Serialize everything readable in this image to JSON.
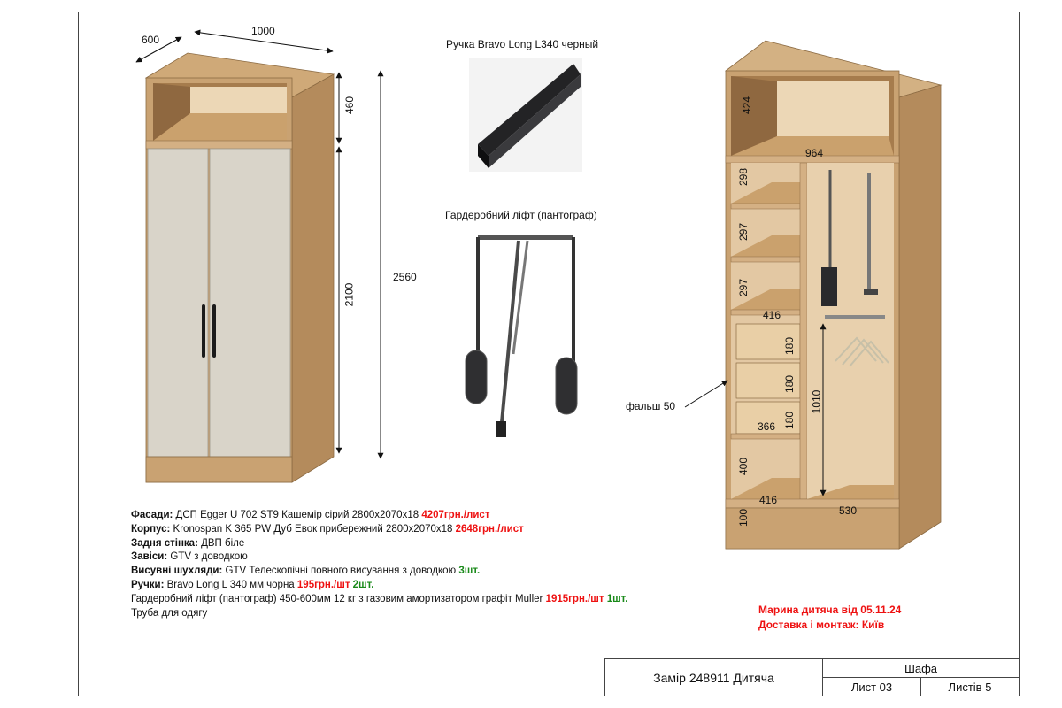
{
  "cabinet_front": {
    "width_label": "1000",
    "depth_label": "600",
    "top_height_label": "460",
    "door_height_label": "2100",
    "total_height_label": "2560"
  },
  "handle_caption": "Ручка Bravo Long L340 черный",
  "lift_caption": "Гардеробний ліфт (пантограф)",
  "cabinet_interior": {
    "top_niche_label": "424",
    "top_width_label": "964",
    "shelf1_label": "298",
    "shelf2_label": "297",
    "shelf3_label": "297",
    "shelf_width_label": "416",
    "drawer1_label": "180",
    "drawer2_label": "180",
    "drawer3_label": "180",
    "drawer_width_label": "366",
    "hang_height_label": "1010",
    "bottom_shelf_label": "400",
    "bottom_width_label": "416",
    "right_bottom_width_label": "530",
    "plinth_label": "100",
    "falsh_label": "фальш 50"
  },
  "specs": [
    {
      "key": "Фасади:",
      "text": " ДСП Egger U 702 ST9 Кашемір сірий 2800х2070х18 ",
      "price": "4207грн./лист",
      "qty": ""
    },
    {
      "key": "Корпус:",
      "text": " Kronospan K 365 PW Дуб Евок прибережний 2800х2070х18 ",
      "price": "2648грн./лист",
      "qty": ""
    },
    {
      "key": "Задня стінка:",
      "text": "  ДВП біле",
      "price": "",
      "qty": ""
    },
    {
      "key": "Завіси:",
      "text": " GTV з доводкою",
      "price": "",
      "qty": ""
    },
    {
      "key": "Висувні шухляди:",
      "text": " GTV Телескопічні повного висування з доводкою ",
      "price": "",
      "qty": "3шт."
    },
    {
      "key": "Ручки:",
      "text": " Bravo Long L 340 мм чорна ",
      "price": "195грн./шт",
      "qty": "2шт."
    },
    {
      "key": "",
      "text": "Гардеробний ліфт (пантограф) 450-600мм 12 кг з газовим амортизатором графіт Muller ",
      "price": "1915грн./шт",
      "qty": "1шт."
    },
    {
      "key": "",
      "text": "Труба для одягу",
      "price": "",
      "qty": ""
    }
  ],
  "order_info": {
    "line1": "Марина дитяча від 05.11.24",
    "line2": "Доставка і монтаж: Київ"
  },
  "title_block": {
    "measure": "Замір 248911 Дитяча",
    "item": "Шафа",
    "sheet": "Лист 03",
    "sheets": "Листів 5"
  },
  "colors": {
    "oak": "#c8a274",
    "oak_dark": "#a98456",
    "oak_light": "#e2c7a2",
    "facade": "#d8d3c8",
    "accent_red": "#e11111",
    "accent_green": "#1a8a1a"
  }
}
